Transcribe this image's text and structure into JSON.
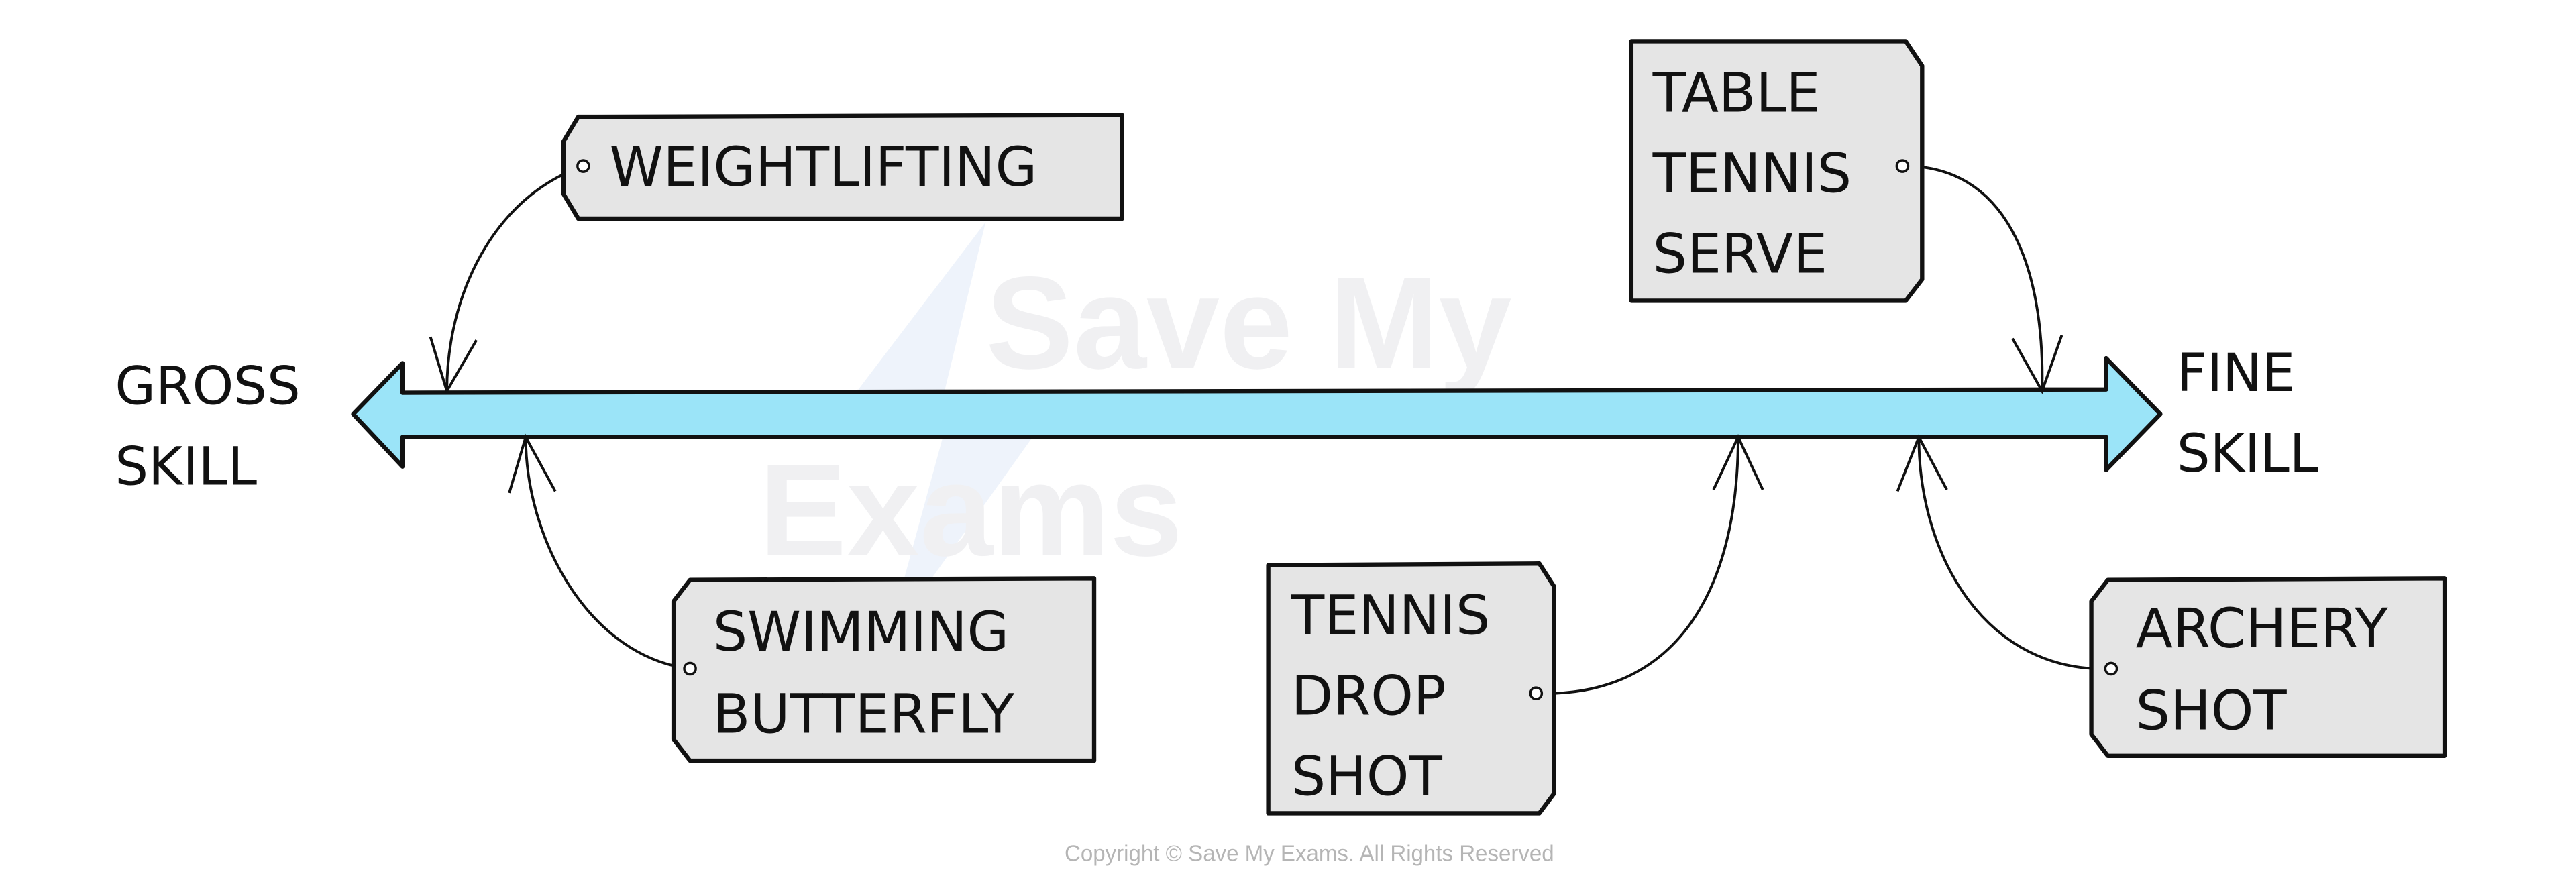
{
  "axis": {
    "left_label": [
      "GROSS",
      "SKILL"
    ],
    "right_label": [
      "FINE",
      "SKILL"
    ],
    "arrow_color": "#9be4f8"
  },
  "tags": {
    "weightlifting": [
      "WEIGHTLIFTING"
    ],
    "table_tennis_serve": [
      "TABLE",
      "TENNIS",
      "SERVE"
    ],
    "swimming_butterfly": [
      "SWIMMING",
      "BUTTERFLY"
    ],
    "tennis_drop_shot": [
      "TENNIS",
      "DROP",
      "SHOT"
    ],
    "archery_shot": [
      "ARCHERY",
      "SHOT"
    ]
  },
  "tag_fill": "#e5e5e5",
  "watermark": [
    "Save My",
    "Exams"
  ],
  "copyright": "Copyright © Save My Exams. All Rights Reserved"
}
